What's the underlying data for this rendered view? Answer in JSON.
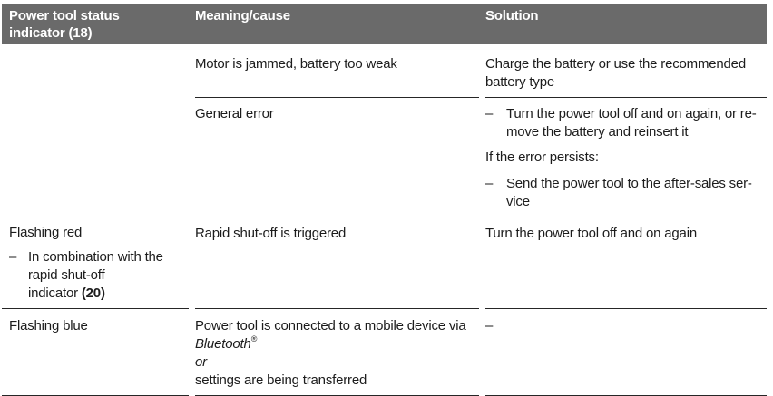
{
  "dash": "–",
  "colors": {
    "header_bg": "#6a6a6a",
    "header_text": "#ffffff",
    "body_text": "#1c1c1c",
    "border": "#262626"
  },
  "table": {
    "header": {
      "indicator": "Power tool status\nindicator (18)",
      "meaning": "Meaning/cause",
      "solution": "Solution"
    },
    "rows": [
      {
        "meaning": "Motor is jammed, battery too weak",
        "solution": "Charge the battery or use the recommended\nbattery type"
      },
      {
        "meaning": "General error",
        "solution_step1": "Turn the power tool off and on again, or re-\nmove the battery and reinsert it",
        "solution_note": "If the error persists:",
        "solution_step2": "Send the power tool to the after-sales ser-\nvice"
      },
      {
        "indicator_title": "Flashing red",
        "indicator_detail": "In combination with the\nrapid shut-off\nindicator ",
        "indicator_detail_bold": "(20)",
        "meaning": "Rapid shut-off is triggered",
        "solution": "Turn the power tool off and on again"
      },
      {
        "indicator_title": "Flashing blue",
        "meaning_line1": "Power tool is connected to a mobile device via",
        "meaning_bluetooth": "Bluetooth",
        "meaning_reg": "®",
        "meaning_or": "or",
        "meaning_line2": "settings are being transferred",
        "solution": "–"
      }
    ]
  }
}
